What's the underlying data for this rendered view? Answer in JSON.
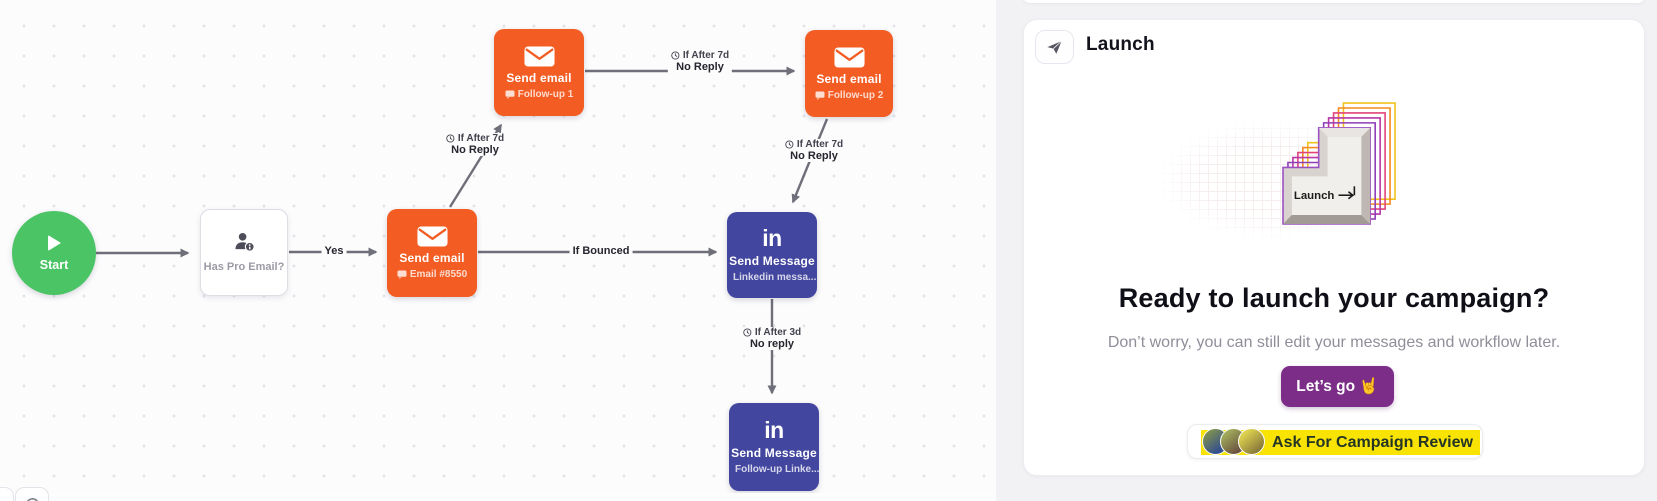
{
  "canvas": {
    "nodes": [
      {
        "type": "start",
        "label": "Start"
      },
      {
        "type": "condition",
        "label": "Has Pro Email?"
      },
      {
        "type": "email",
        "title": "Send email",
        "subtitle": "Email #8550"
      },
      {
        "type": "email",
        "title": "Send email",
        "subtitle": "Follow-up 1"
      },
      {
        "type": "email",
        "title": "Send email",
        "subtitle": "Follow-up 2"
      },
      {
        "type": "linkedin",
        "logo": "in",
        "title": "Send Message",
        "subtitle": "Linkedin messa..."
      },
      {
        "type": "linkedin",
        "logo": "in",
        "title": "Send Message",
        "subtitle": "Follow-up Linke..."
      }
    ],
    "edge_labels": {
      "yes": "Yes",
      "if_bounced": "If Bounced",
      "if_after_7d": "If After 7d",
      "no_reply": "No Reply",
      "if_after_3d": "If After 3d",
      "no_reply_lower": "No reply"
    }
  },
  "panel": {
    "section_title": "Launch",
    "illustration_key_label": "Launch",
    "heading": "Ready to launch your campaign?",
    "subheading": "Don’t worry, you can still edit your messages and workflow later.",
    "cta_label": "Let’s go 🤘",
    "review_label": "Ask For Campaign Review"
  }
}
